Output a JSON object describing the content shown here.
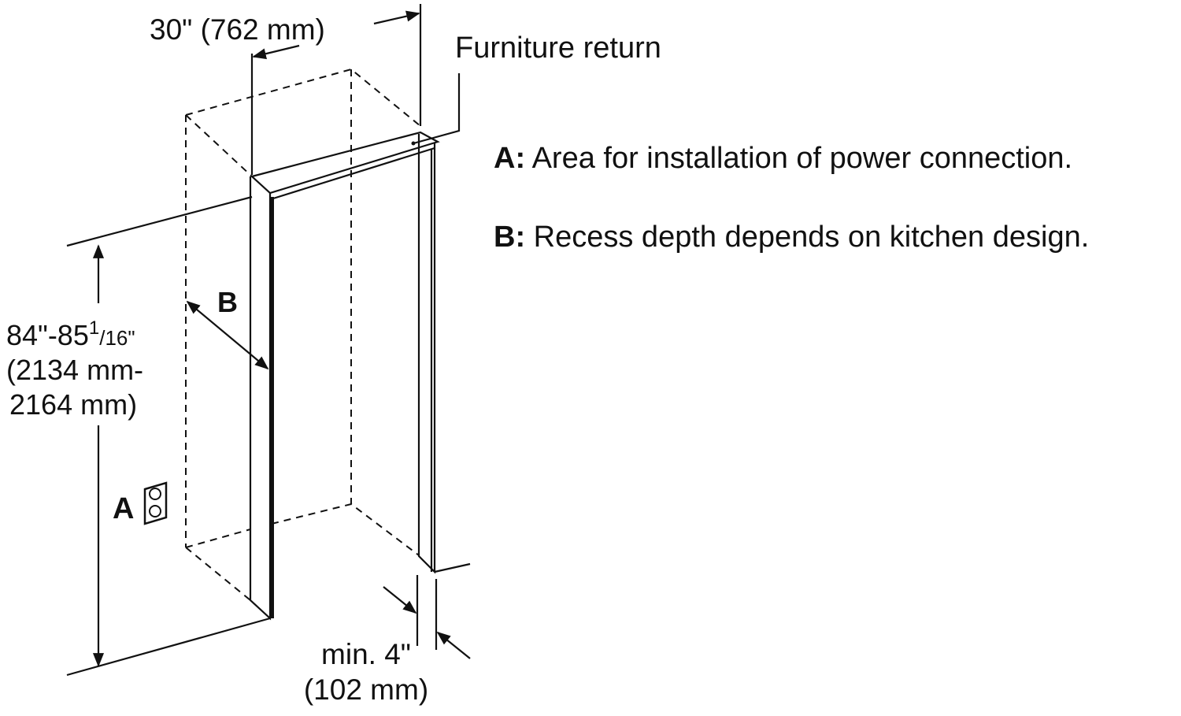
{
  "dimensions": {
    "width_label": "30\" (762 mm)",
    "height_line1_main": "84\"-85",
    "height_line1_sup": "1",
    "height_line1_frac": "/16\"",
    "height_line2": "(2134 mm-",
    "height_line3": "2164 mm)",
    "depth_line1": "min. 4\"",
    "depth_line2": "(102 mm)"
  },
  "labels": {
    "furniture_return": "Furniture return",
    "marker_a": "A",
    "marker_b": "B"
  },
  "legend": [
    {
      "key": "A:",
      "text": " Area for installation of power connection."
    },
    {
      "key": "B:",
      "text": " Recess depth depends on kitchen design."
    }
  ],
  "icons": {
    "outlet": "power-outlet-icon"
  }
}
